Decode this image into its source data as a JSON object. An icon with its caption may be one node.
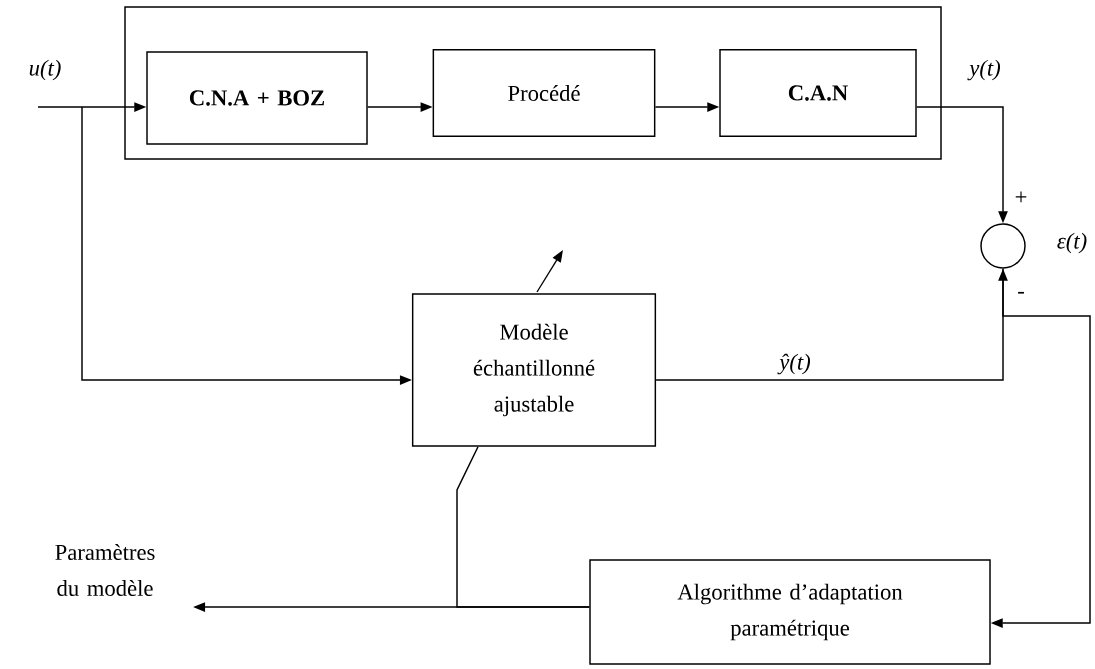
{
  "diagram": {
    "nodes": [
      {
        "text": [],
        "shape": "box"
      },
      {
        "text": [
          "C.N.A  + BOZ"
        ],
        "in": 0
      },
      {
        "text": [
          "Procédé"
        ],
        "in": 0
      },
      {
        "text": [
          "C.A.N"
        ],
        "in": 0
      },
      {
        "text": [],
        "shape": "circle"
      },
      {
        "text": [
          "Modèle échantillonné ajustable"
        ]
      },
      {
        "text": [
          "Algorithme d’adaptation paramétrique"
        ]
      },
      {
        "text": [
          "Paramètres du modèle"
        ]
      }
    ],
    "edges": [
      {
        "from": null,
        "to": 1,
        "arrow": "to",
        "label": "u(t)"
      },
      {
        "from": null,
        "to": 5,
        "arrow": "to"
      },
      {
        "from": 1,
        "to": 2,
        "arrow": "to"
      },
      {
        "from": 2,
        "to": 3,
        "arrow": "to"
      },
      {
        "from": 3,
        "to": 4,
        "arrow": "to",
        "label": "y(t)"
      },
      {
        "from": 5,
        "to": 4,
        "arrow": "to",
        "label": "ŷ(t)"
      },
      {
        "from": 4,
        "to": 6,
        "arrow": "to"
      },
      {
        "from": 6,
        "to": 7,
        "arrow": "to"
      },
      {
        "from": 6,
        "to": 5,
        "arrow": "none"
      }
    ],
    "labels": [
      "+",
      "ε(t)",
      "-"
    ]
  }
}
